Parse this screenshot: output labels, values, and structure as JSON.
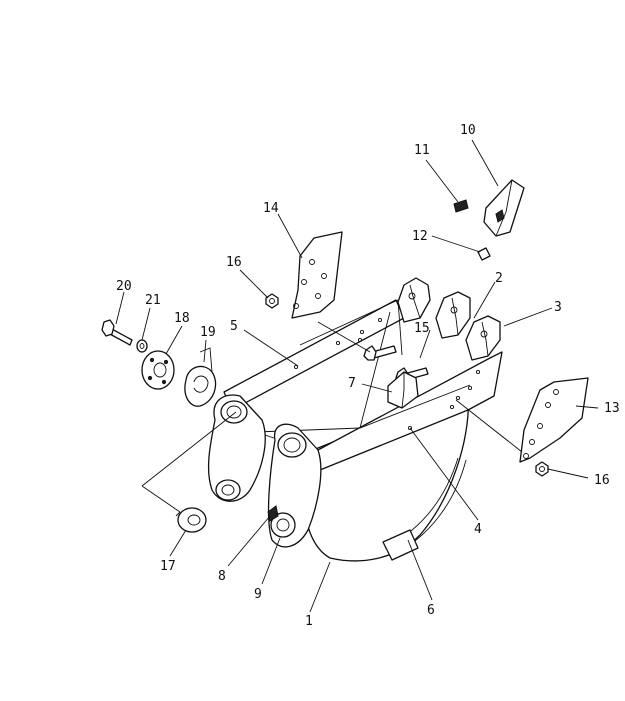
{
  "labels": {
    "l1": "1",
    "l2": "2",
    "l3": "3",
    "l4": "4",
    "l5": "5",
    "l6": "6",
    "l7": "7",
    "l8": "8",
    "l9": "9",
    "l10": "10",
    "l11": "11",
    "l12": "12",
    "l13": "13",
    "l14": "14",
    "l15": "15",
    "l16a": "16",
    "l16b": "16",
    "l17": "17",
    "l18": "18",
    "l19": "19",
    "l20": "20",
    "l21": "21"
  }
}
